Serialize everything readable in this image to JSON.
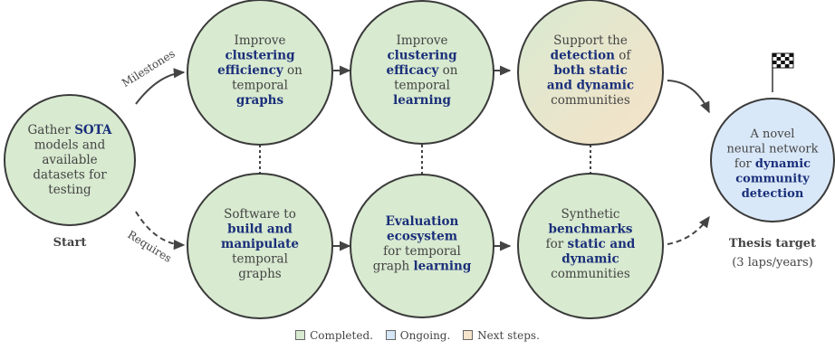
{
  "nodes": {
    "start": {
      "lines": [
        [
          [
            "Gather ",
            "n"
          ],
          [
            "SOTA",
            "h"
          ]
        ],
        [
          [
            "models and",
            "n"
          ]
        ],
        [
          [
            "available",
            "n"
          ]
        ],
        [
          [
            "datasets for",
            "n"
          ]
        ],
        [
          [
            "testing",
            "n"
          ]
        ]
      ],
      "status": "completed"
    },
    "clustering_efficiency": {
      "lines": [
        [
          [
            "Improve",
            "n"
          ]
        ],
        [
          [
            "clustering",
            "h"
          ]
        ],
        [
          [
            "efficiency",
            "h"
          ],
          [
            " on",
            "n"
          ]
        ],
        [
          [
            "temporal",
            "n"
          ]
        ],
        [
          [
            "graphs",
            "h"
          ]
        ]
      ],
      "status": "completed"
    },
    "clustering_efficacy": {
      "lines": [
        [
          [
            "Improve",
            "n"
          ]
        ],
        [
          [
            "clustering",
            "h"
          ]
        ],
        [
          [
            "efficacy",
            "h"
          ],
          [
            " on",
            "n"
          ]
        ],
        [
          [
            "temporal",
            "n"
          ]
        ],
        [
          [
            "learning",
            "h"
          ]
        ]
      ],
      "status": "completed"
    },
    "detection": {
      "lines": [
        [
          [
            "Support the",
            "n"
          ]
        ],
        [
          [
            "detection",
            "h"
          ],
          [
            " of",
            "n"
          ]
        ],
        [
          [
            "both static",
            "h"
          ]
        ],
        [
          [
            "and dynamic",
            "h"
          ]
        ],
        [
          [
            "communities",
            "n"
          ]
        ]
      ],
      "status": "next"
    },
    "software": {
      "lines": [
        [
          [
            "Software to",
            "n"
          ]
        ],
        [
          [
            "build and",
            "h"
          ]
        ],
        [
          [
            "manipulate",
            "h"
          ]
        ],
        [
          [
            "temporal",
            "n"
          ]
        ],
        [
          [
            "graphs",
            "n"
          ]
        ]
      ],
      "status": "completed"
    },
    "evaluation": {
      "lines": [
        [
          [
            "Evaluation",
            "h"
          ]
        ],
        [
          [
            "ecosystem",
            "h"
          ]
        ],
        [
          [
            "for temporal",
            "n"
          ]
        ],
        [
          [
            "graph ",
            "n"
          ],
          [
            "learning",
            "h"
          ]
        ]
      ],
      "status": "completed"
    },
    "benchmarks": {
      "lines": [
        [
          [
            "Synthetic",
            "n"
          ]
        ],
        [
          [
            "benchmarks",
            "h"
          ]
        ],
        [
          [
            "for ",
            "n"
          ],
          [
            "static and",
            "h"
          ]
        ],
        [
          [
            "dynamic",
            "h"
          ]
        ],
        [
          [
            "communities",
            "n"
          ]
        ]
      ],
      "status": "completed"
    },
    "target": {
      "lines": [
        [
          [
            "A novel",
            "n"
          ]
        ],
        [
          [
            "neural network",
            "n"
          ]
        ],
        [
          [
            "for ",
            "n"
          ],
          [
            "dynamic",
            "h"
          ]
        ],
        [
          [
            "community",
            "h"
          ]
        ],
        [
          [
            "detection",
            "h"
          ]
        ]
      ],
      "status": "ongoing"
    }
  },
  "labels": {
    "start": "Start",
    "target_title": "Thesis target",
    "target_sub": "(3 laps/years)",
    "milestones": "Milestones",
    "requires": "Requires"
  },
  "legend": [
    {
      "label": "Completed.",
      "color": "#d8ead0"
    },
    {
      "label": "Ongoing.",
      "color": "#d6e6f7"
    },
    {
      "label": "Next steps.",
      "color": "#f6e4cc"
    }
  ],
  "colors": {
    "completed": "#d8ead0",
    "ongoing": "#d9e8f8",
    "next": "#f2e4cb",
    "highlight": "#1a2f7a",
    "text": "#444444",
    "stroke": "#3a3a3a"
  },
  "icons": {
    "flag": "checkered-flag-icon"
  }
}
